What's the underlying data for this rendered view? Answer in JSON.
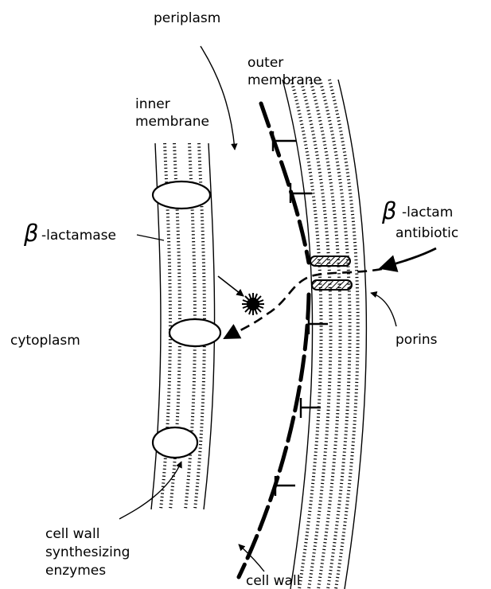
{
  "labels": {
    "periplasm": "periplasm",
    "outer_membrane_1": "outer",
    "outer_membrane_2": "membrane",
    "inner_membrane_1": "inner",
    "inner_membrane_2": "membrane",
    "beta_lactamase_symbol": "β",
    "beta_lactamase_text": "-lactamase",
    "beta_lactam_symbol": "β",
    "beta_lactam_text": "-lactam",
    "antibiotic": "antibiotic",
    "cytoplasm": "cytoplasm",
    "porins": "porins",
    "enzymes_1": "cell wall",
    "enzymes_2": "synthesizing",
    "enzymes_3": "enzymes",
    "cell_wall": "cell wall"
  },
  "colors": {
    "ink": "#000000",
    "paper": "#ffffff"
  }
}
